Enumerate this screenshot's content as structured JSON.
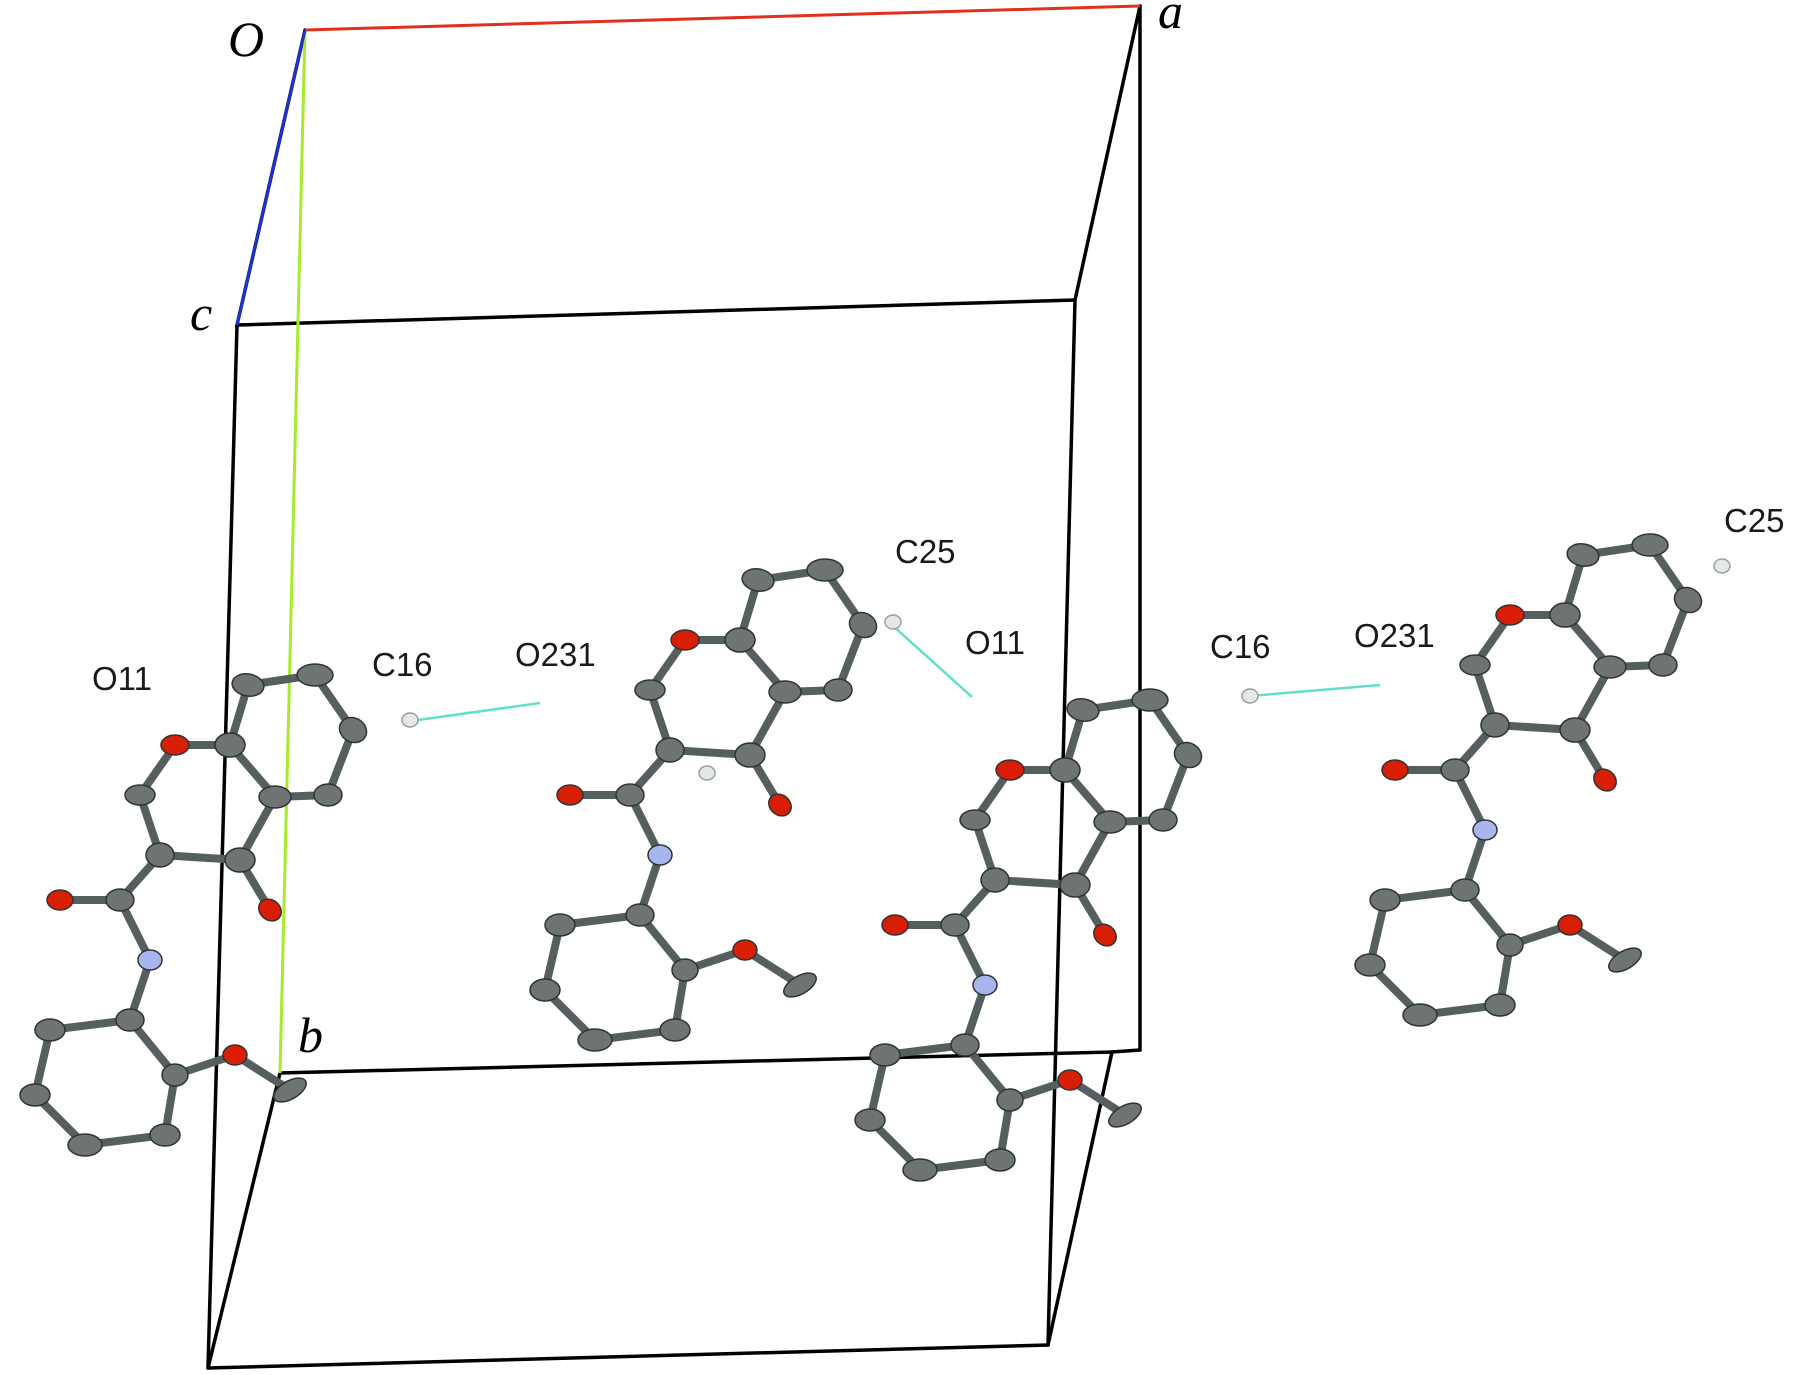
{
  "colors": {
    "axis_a": "#e0301e",
    "axis_b": "#a6ea2a",
    "axis_c": "#1e30d0",
    "cell": "#000000",
    "carbon": "#6e7474",
    "oxygen": "#d81e05",
    "nitrogen": "#a8b6ee",
    "hydrogen": "#e4e8e8",
    "hydrogen_bond": "#5fe0c8"
  },
  "axis_labels": {
    "origin": "O",
    "a": "a",
    "b": "b",
    "c": "c"
  },
  "atom_labels": {
    "left_O11": "O11",
    "left_C16": "C16",
    "mid_O231": "O231",
    "mid_C25": "C25",
    "right_O11": "O11",
    "right_C16": "C16",
    "right_O231": "O231",
    "right_C25": "C25"
  }
}
